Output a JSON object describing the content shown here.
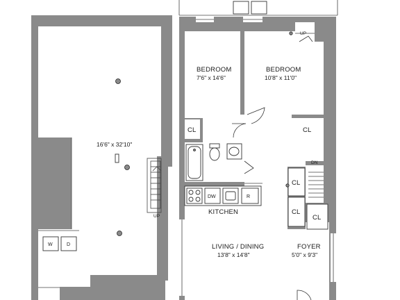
{
  "lower_level": {
    "room_dimension": "16'6\" x 32'10\"",
    "stair_label": "UP",
    "washer_label": "W",
    "dryer_label": "D"
  },
  "upper_level": {
    "rooms": [
      {
        "name": "BEDROOM",
        "dimension": "7'6\" x 14'6\""
      },
      {
        "name": "BEDROOM",
        "dimension": "10'8\" x 11'0\""
      },
      {
        "name": "LIVING / DINING",
        "dimension": "13'8\" x 14'8\""
      },
      {
        "name": "FOYER",
        "dimension": "5'0\" x 9'3\""
      },
      {
        "name": "KITCHEN"
      }
    ],
    "closet_label": "CL",
    "stair_up_label": "UP",
    "stair_down_label": "DN",
    "dishwasher_label": "DW",
    "range_label": "R"
  },
  "colors": {
    "wall": "#8a8a8a",
    "line": "#333333"
  }
}
